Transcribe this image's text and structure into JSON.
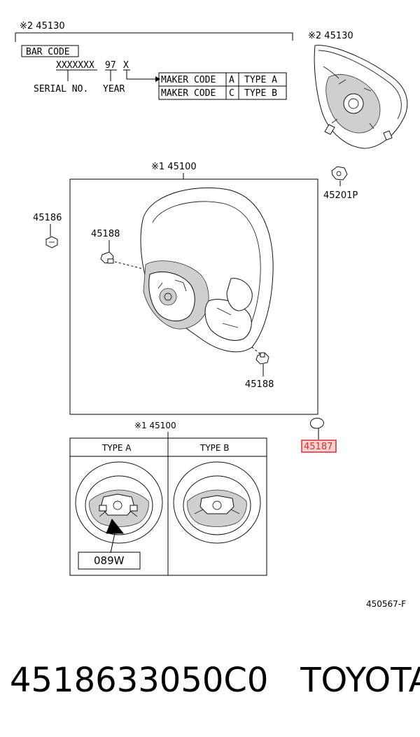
{
  "header": {
    "airbag_ref": "※2 45130",
    "bar_code_label": "BAR CODE",
    "serial_placeholder": "XXXXXXX",
    "year_code": "97",
    "type_code": "X",
    "serial_label": "SERIAL NO.",
    "year_label": "YEAR",
    "maker_table": [
      {
        "label": "MAKER CODE",
        "code": "A",
        "type": "TYPE A"
      },
      {
        "label": "MAKER CODE",
        "code": "C",
        "type": "TYPE B"
      }
    ]
  },
  "labels": {
    "airbag_right": "※2 45130",
    "wheel_assy": "※1 45100",
    "nut": "45201P",
    "clip_left": "45186",
    "screw_top": "45188",
    "screw_bottom": "45188",
    "wheel_assy_lower": "※1 45100",
    "highlighted_part": "45187",
    "figure_code": "450567-F"
  },
  "types": {
    "type_a": "TYPE A",
    "type_b": "TYPE B",
    "code_box": "089W"
  },
  "footer": {
    "part_number": "4518633050C0",
    "brand": "TOYOTA"
  },
  "colors": {
    "highlight": "#d9302f",
    "highlight_fill": "#f6d2d2",
    "line": "#000000"
  }
}
